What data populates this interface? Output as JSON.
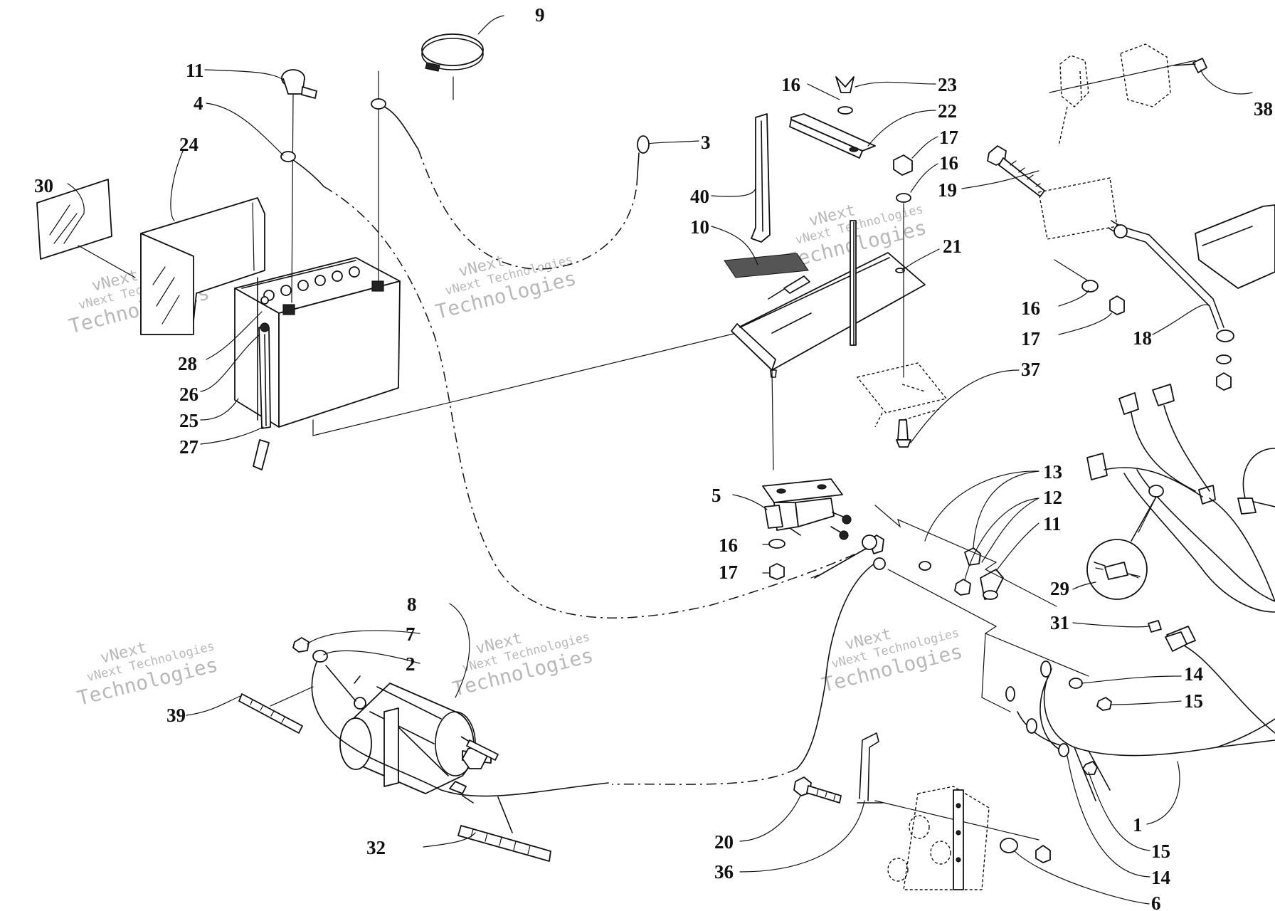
{
  "diagram": {
    "callouts": {
      "c1": "1",
      "c2": "2",
      "c3": "3",
      "c4": "4",
      "c5": "5",
      "c6": "6",
      "c7": "7",
      "c8": "8",
      "c9": "9",
      "c10": "10",
      "c11a": "11",
      "c11b": "11",
      "c12": "12",
      "c13": "13",
      "c14a": "14",
      "c14b": "14",
      "c15a": "15",
      "c15b": "15",
      "c16a": "16",
      "c16b": "16",
      "c16c": "16",
      "c16d": "16",
      "c17a": "17",
      "c17b": "17",
      "c17c": "17",
      "c18": "18",
      "c19": "19",
      "c20": "20",
      "c21": "21",
      "c22": "22",
      "c23": "23",
      "c24": "24",
      "c25": "25",
      "c26": "26",
      "c27": "27",
      "c28": "28",
      "c29": "29",
      "c30": "30",
      "c31": "31",
      "c32": "32",
      "c36": "36",
      "c37": "37",
      "c38": "38",
      "c39": "39",
      "c40": "40"
    },
    "watermark": {
      "line1": "vNext",
      "line2": "vNext Technologies",
      "line3": "Technologies"
    }
  }
}
